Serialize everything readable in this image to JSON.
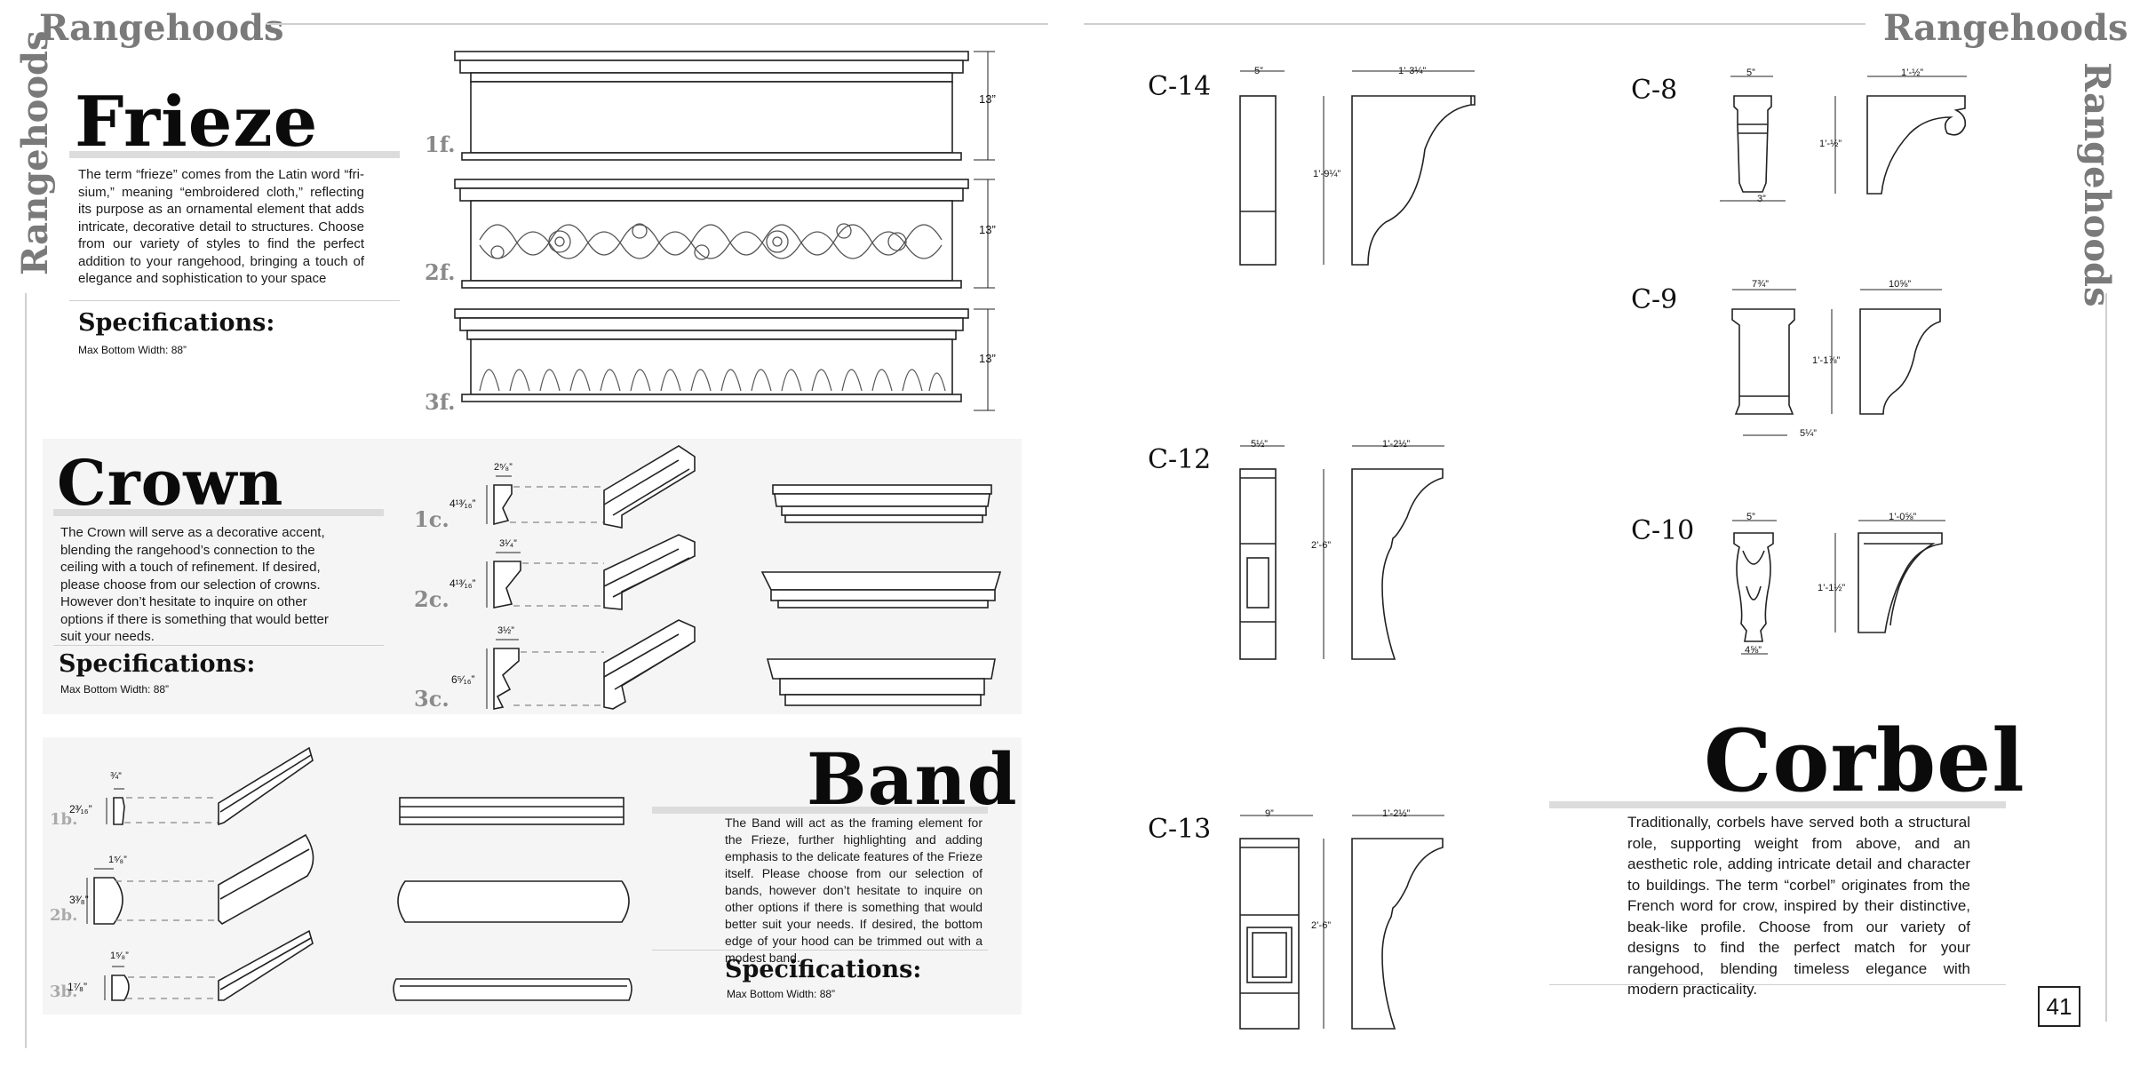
{
  "header": {
    "left": "Rangehoods",
    "right": "Rangehoods",
    "side_left": "Rangehoods",
    "side_right": "Rangehoods"
  },
  "frieze": {
    "title": "Frieze",
    "body": "The term “frieze” comes from the Latin word “fri-sium,” meaning “embroidered cloth,” reflecting its purpose as an ornamental element that adds intricate, decorative detail to structures. Choose from our variety of styles to find the perfect addition to your rangehood, bringing a touch of elegance and sophistication to your space",
    "spec_title": "Specifications:",
    "spec_value": "Max Bottom Width: 88”",
    "items": [
      {
        "label": "1f.",
        "height": "13”"
      },
      {
        "label": "2f.",
        "height": "13”"
      },
      {
        "label": "3f.",
        "height": "13”"
      }
    ]
  },
  "crown": {
    "title": "Crown",
    "body": "The Crown will serve as a decorative accent, blending the rangehood’s connection to the ceiling with a touch of refinement. If desired, please choose from our selection of crowns. However don’t hesitate to inquire on other options if there is something that would better suit your needs.",
    "spec_title": "Specifications:",
    "spec_value": "Max Bottom Width: 88”",
    "items": [
      {
        "label": "1c.",
        "height": "4¹³⁄₁₆”",
        "depth": "2⁵⁄₈”"
      },
      {
        "label": "2c.",
        "height": "4¹³⁄₁₆”",
        "depth": "3¹⁄₄”"
      },
      {
        "label": "3c.",
        "height": "6⁵⁄₁₆”",
        "depth": "3½”"
      }
    ]
  },
  "band": {
    "title": "Band",
    "body": "The Band will act as the framing element for the Frieze, further highlighting and adding emphasis to the delicate features of the Frieze itself. Please choose from our selection of bands, however don’t hesitate to inquire on other options if there is something that would better suit your needs. If desired, the bottom edge of your hood can be trimmed out with a modest band.",
    "spec_title": "Specifications:",
    "spec_value": "Max Bottom Width: 88”",
    "items": [
      {
        "label": "1b.",
        "height": "2³⁄₁₆”",
        "depth": "¾”"
      },
      {
        "label": "2b.",
        "height": "3³⁄₈”",
        "depth": "1⁵⁄₈”"
      },
      {
        "label": "3b.",
        "height": "1⁷⁄₈”",
        "depth": "1⁵⁄₈”"
      }
    ]
  },
  "corbel": {
    "title": "Corbel",
    "body": "Traditionally, corbels have served both a structural role, supporting weight from above, and an aesthetic role, adding intricate detail and character to buildings. The term “corbel” originates from the French word for crow, inspired by their distinctive, beak-like profile. Choose from our variety of designs to find the perfect match for your rangehood, blending timeless elegance with modern practicality.",
    "items": [
      {
        "code": "C-14",
        "width": "5”",
        "depth": "1’-3¼”",
        "height": "1’-9¼”"
      },
      {
        "code": "C-12",
        "width": "5½”",
        "depth": "1’-2½”",
        "height": "2’-6”"
      },
      {
        "code": "C-13",
        "width": "9”",
        "depth": "1’-2½”",
        "height": "2’-6”"
      },
      {
        "code": "C-8",
        "width": "5”",
        "depth": "1’-½”",
        "height": "1’-½”",
        "base": "3”"
      },
      {
        "code": "C-9",
        "width": "7¾”",
        "depth": "10⅝”",
        "height": "1’-1⅞”",
        "base": "5¼”"
      },
      {
        "code": "C-10",
        "width": "5”",
        "depth": "1’-0⅝”",
        "height": "1’-1½”",
        "base": "4⅝”"
      }
    ]
  },
  "page_number": "41"
}
